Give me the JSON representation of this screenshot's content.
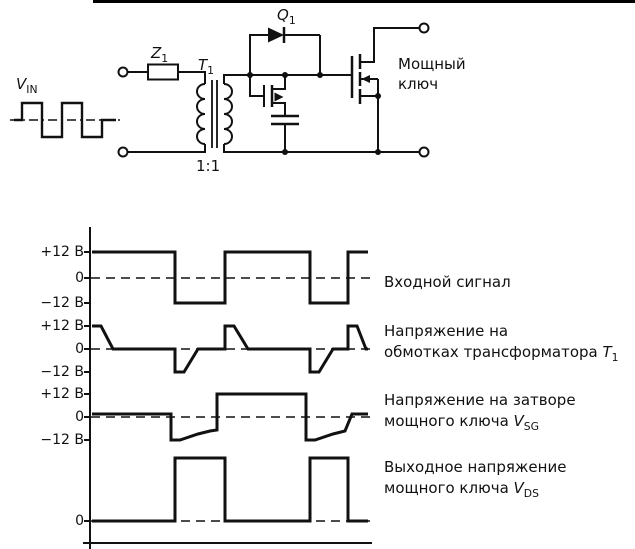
{
  "circuit": {
    "vin": {
      "main": "V",
      "sub": "IN"
    },
    "z1": {
      "main": "Z",
      "sub": "1"
    },
    "t1": {
      "main": "T",
      "sub": "1"
    },
    "q1": {
      "main": "Q",
      "sub": "1"
    },
    "ratio": "1:1",
    "power_switch": {
      "line1": "Мощный",
      "line2": "ключ"
    }
  },
  "waveforms": {
    "axis_labels": [
      "+12 В",
      "0",
      "−12 В",
      "+12 В",
      "0",
      "−12 В",
      "+12 В",
      "0",
      "−12 В",
      "0"
    ],
    "traces": [
      {
        "line1": "Входной сигнал",
        "line2_main": "",
        "line2_var": "",
        "line2_sub": ""
      },
      {
        "line1": "Напряжение на",
        "line2_main": "обмотках трансформатора ",
        "line2_var": "T",
        "line2_sub": "1"
      },
      {
        "line1": "Напряжение на затворе",
        "line2_main": "мощного ключа ",
        "line2_var": "V",
        "line2_sub": "SG"
      },
      {
        "line1": "Выходное напряжение",
        "line2_main": "мощного ключа ",
        "line2_var": "V",
        "line2_sub": "DS"
      }
    ]
  }
}
